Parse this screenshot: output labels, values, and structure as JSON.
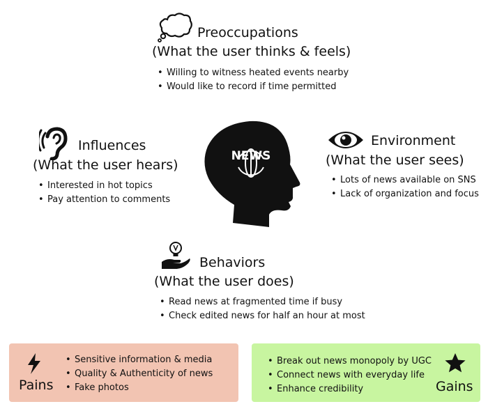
{
  "preoccupations": {
    "title": "Preoccupations",
    "subtitle": "(What the user thinks & feels)",
    "items": [
      "Willing to witness heated events nearby",
      "Would like to record if time permitted"
    ]
  },
  "influences": {
    "title": "Influences",
    "subtitle": "(What the user hears)",
    "items": [
      "Interested in hot topics",
      "Pay attention to comments"
    ]
  },
  "environment": {
    "title": "Environment",
    "subtitle": "(What the user sees)",
    "items": [
      "Lots of news available on SNS",
      "Lack of organization and focus"
    ]
  },
  "behaviors": {
    "title": "Behaviors",
    "subtitle": "(What the user does)",
    "items": [
      "Read news at fragmented time if busy",
      "Check edited news for half an hour at most"
    ]
  },
  "head": {
    "label": "NEWS"
  },
  "pains": {
    "label": "Pains",
    "color": "#f2c4b2",
    "items": [
      "Sensitive information & media",
      "Quality & Authenticity of news",
      "Fake photos"
    ]
  },
  "gains": {
    "label": "Gains",
    "color": "#c8f5a0",
    "items": [
      "Break out news monopoly by UGC",
      "Connect news with everyday life",
      "Enhance credibility"
    ]
  },
  "icons": {
    "preoccupations": "thought-bubble-icon",
    "influences": "ear-icon",
    "environment": "eye-icon",
    "behaviors": "lightbulb-hand-icon",
    "pains": "lightning-icon",
    "gains": "star-icon"
  }
}
